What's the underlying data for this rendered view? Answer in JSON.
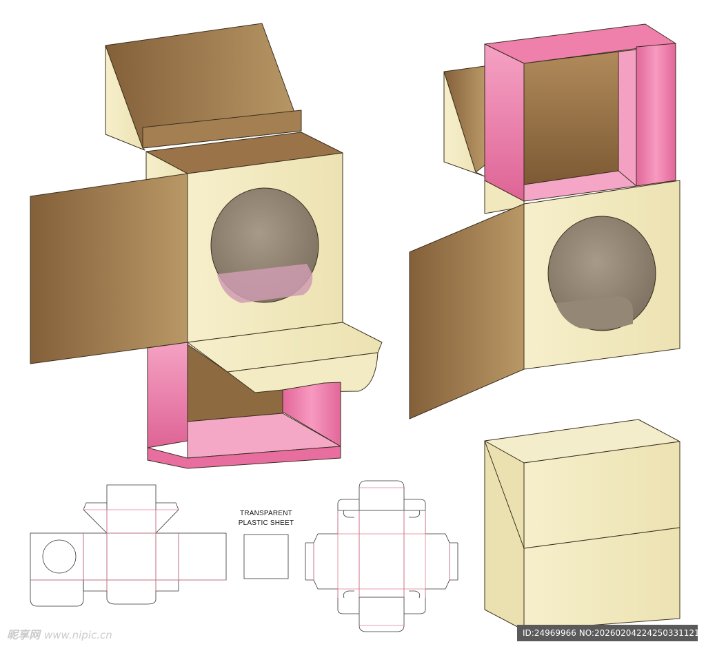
{
  "labels": {
    "plastic_line1": "TRANSPARENT",
    "plastic_line2": "PLASTIC SHEET"
  },
  "watermark": {
    "brand": "昵享网",
    "url": "www.nipic.cn"
  },
  "id_strip": {
    "text": "ID:24969966 NO:20260204224250331121"
  },
  "colors": {
    "cream": "#f4ecc6",
    "cream_shade": "#e9dfae",
    "kraft_dark": "#8a6338",
    "kraft_light": "#b79466",
    "pink": "#f08ab0",
    "pink_dark": "#e06a98",
    "dieline_cut": "#333333",
    "dieline_fold": "#e07a90"
  },
  "components": [
    "box-open-front-view",
    "box-open-side-view",
    "box-closed",
    "dieline-outer-box",
    "plastic-window-sheet",
    "dieline-inner-tray"
  ]
}
